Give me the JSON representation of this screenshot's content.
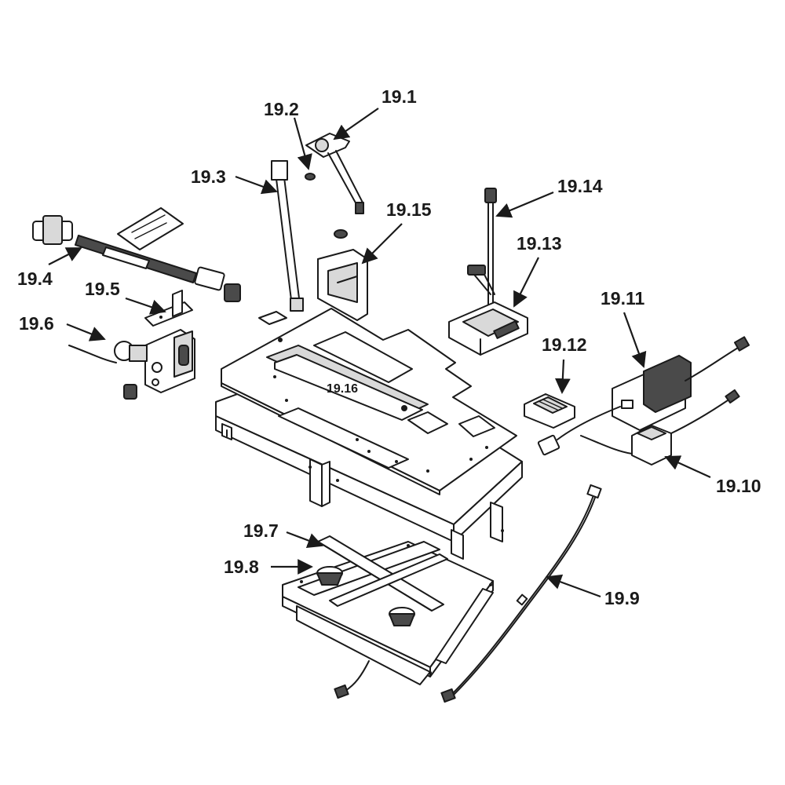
{
  "labels": {
    "p19_1": "19.1",
    "p19_2": "19.2",
    "p19_3": "19.3",
    "p19_4": "19.4",
    "p19_5": "19.5",
    "p19_6": "19.6",
    "p19_7": "19.7",
    "p19_8": "19.8",
    "p19_9": "19.9",
    "p19_10": "19.10",
    "p19_11": "19.11",
    "p19_12": "19.12",
    "p19_13": "19.13",
    "p19_14": "19.14",
    "p19_15": "19.15",
    "p19_16": "19.16"
  }
}
